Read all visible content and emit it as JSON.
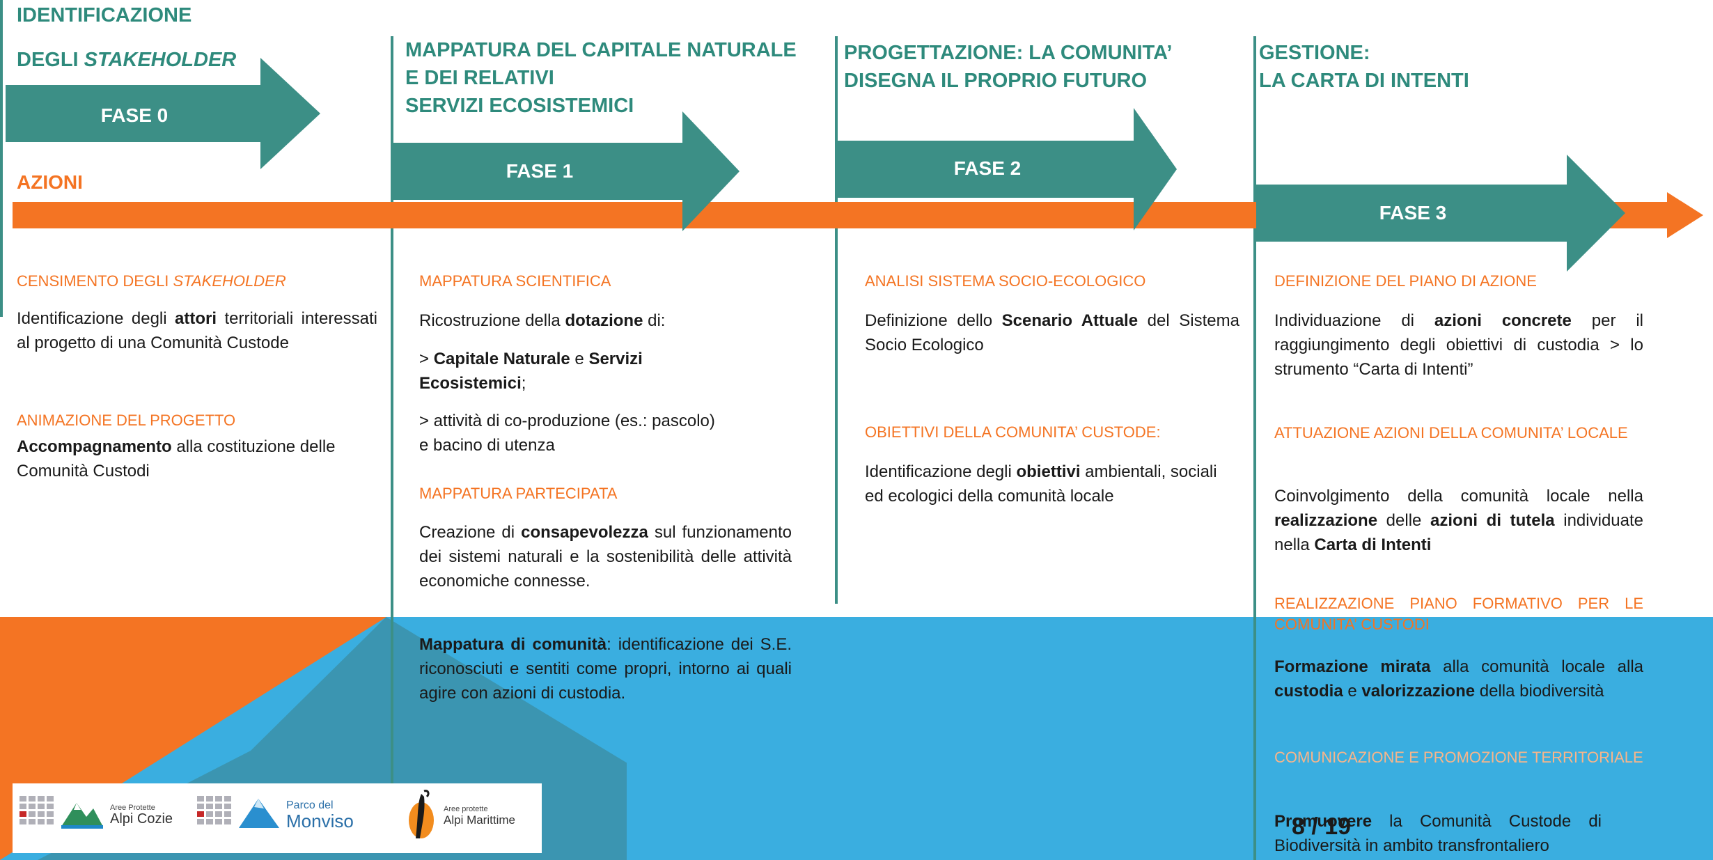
{
  "timeline": {
    "label": "AZIONI"
  },
  "phases": [
    {
      "title_line1": "IDENTIFICAZIONE",
      "title_line2_prefix": "DEGLI ",
      "title_line2_italic": "STAKEHOLDER",
      "label": "FASE 0",
      "sections": [
        {
          "heading_prefix": "CENSIMENTO DEGLI ",
          "heading_italic": "STAKEHOLDER",
          "body_pre": "Identificazione degli ",
          "body_bold": "attori",
          "body_post": " territoriali interessati al progetto di una Comunità Custode"
        },
        {
          "heading": "ANIMAZIONE DEL PROGETTO",
          "body_bold": "Accompagnamento",
          "body_post": " alla costituzione delle Comunità Custodi"
        }
      ]
    },
    {
      "title_lines": [
        "MAPPATURA DEL CAPITALE NATURALE",
        "E DEI RELATIVI",
        "SERVIZI ECOSISTEMICI"
      ],
      "label": "FASE 1",
      "sections": [
        {
          "heading": "MAPPATURA SCIENTIFICA",
          "line1_pre": "Ricostruzione della ",
          "line1_bold": "dotazione",
          "line1_post": " di:",
          "line2_pre": "> ",
          "line2_bold1": "Capitale Naturale",
          "line2_mid": " e ",
          "line2_bold2": "Servizi Ecosistemici",
          "line2_post": ";",
          "line3": "> attività di co-produzione (es.: pascolo) e bacino di utenza"
        },
        {
          "heading": "MAPPATURA PARTECIPATA",
          "p1_pre": "Creazione di ",
          "p1_bold": "consapevolezza",
          "p1_post": " sul funzionamento dei sistemi naturali e la sostenibilità delle attività economiche connesse.",
          "p2_bold": "Mappatura di comunità",
          "p2_post": ": identificazione dei S.E. riconosciuti e sentiti come propri, intorno ai quali agire con azioni di custodia."
        }
      ]
    },
    {
      "title_lines": [
        "PROGETTAZIONE: LA COMUNITA’",
        "DISEGNA IL PROPRIO FUTURO"
      ],
      "label": "FASE 2",
      "sections": [
        {
          "heading": "ANALISI SISTEMA SOCIO-ECOLOGICO",
          "body_pre": "Definizione dello ",
          "body_bold": "Scenario Attuale",
          "body_post": " del Sistema Socio Ecologico"
        },
        {
          "heading": "OBIETTIVI DELLA COMUNITA’ CUSTODE:",
          "body_pre": "Identificazione degli ",
          "body_bold": "obiettivi",
          "body_post": " ambientali, sociali ed ecologici della comunità locale"
        }
      ]
    },
    {
      "title_lines": [
        "GESTIONE:",
        "LA CARTA DI INTENTI"
      ],
      "label": "FASE 3",
      "sections": [
        {
          "heading": "DEFINIZIONE DEL PIANO DI AZIONE",
          "body_pre": "Individuazione di ",
          "body_bold": "azioni concrete",
          "body_post": " per il raggiungimento degli obiettivi di custodia > lo strumento “Carta di Intenti”"
        },
        {
          "heading": "ATTUAZIONE AZIONI DELLA COMUNITA’ LOCALE",
          "body_pre": "Coinvolgimento della comunità locale nella ",
          "body_bold1": "realizzazione",
          "body_mid": " delle ",
          "body_bold2": "azioni di tutela",
          "body_mid2": " individuate nella ",
          "body_bold3": "Carta di Intenti"
        },
        {
          "heading": "REALIZZAZIONE PIANO FORMATIVO PER LE COMUNITA’ CUSTODI",
          "body_bold1": "Formazione mirata",
          "body_mid": " alla comunità locale alla ",
          "body_bold2": "custodia",
          "body_mid2": " e ",
          "body_bold3": "valorizzazione",
          "body_post": " della biodiversità"
        },
        {
          "heading": "COMUNICAZIONE E PROMOZIONE TERRITORIALE",
          "body_bold": "Promuovere",
          "body_post": " la Comunità Custode di Biodiversità in ambito transfrontaliero"
        }
      ]
    }
  ],
  "logos": {
    "alpi_cozie_small": "Aree Protette",
    "alpi_cozie": "Alpi Cozie",
    "monviso_small": "Parco del",
    "monviso": "Monviso",
    "marittime_small": "Aree protette",
    "marittime": "Alpi Marittime"
  },
  "page_number": "8 / 19",
  "colors": {
    "teal": "#3c8f86",
    "orange": "#f47423",
    "blue": "#3aaee0"
  }
}
